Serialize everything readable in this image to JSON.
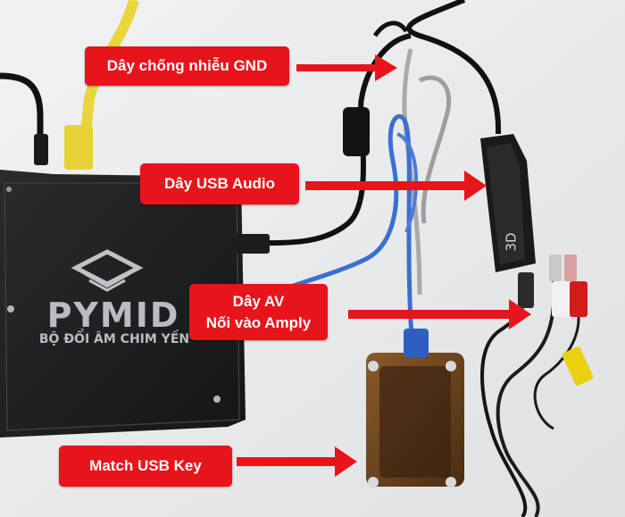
{
  "labels": {
    "gnd_wire": "Dây chống nhiễu GND",
    "usb_audio": "Dây USB Audio",
    "av_line1": "Dây AV",
    "av_line2": "Nối vào Amply",
    "usb_key": "Match USB Key"
  },
  "device": {
    "brand": "PYMID",
    "tagline": "BỘ ĐỔI ÂM CHIM YẾN",
    "adapter_mark": "3D"
  },
  "colors": {
    "label_bg": "#e8141b",
    "label_text": "#ffffff",
    "arrow": "#e8141b"
  }
}
